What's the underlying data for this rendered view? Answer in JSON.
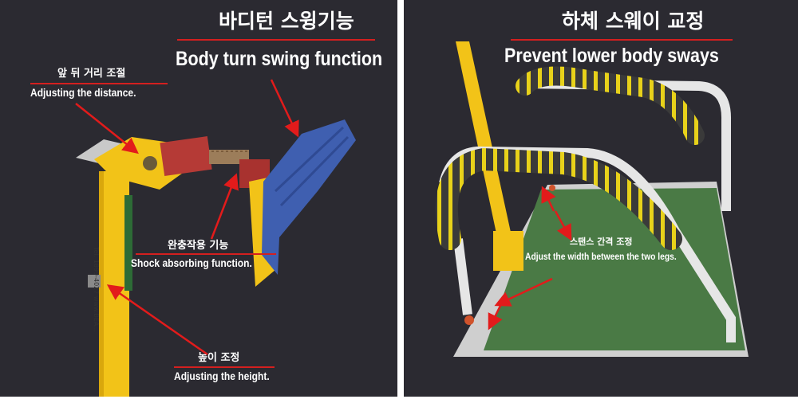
{
  "left": {
    "title_ko": "바디턴 스윙기능",
    "title_en": "Body turn swing function",
    "distance": {
      "ko": "앞 뒤 거리 조절",
      "en": "Adjusting the distance."
    },
    "shock": {
      "ko": "완충작용 기능",
      "en": "Shock absorbing function."
    },
    "height": {
      "ko": "높이 조정",
      "en": "Adjusting the height."
    },
    "pole_text": "Tel. 1899-4027  www.BEA..."
  },
  "right": {
    "title_ko": "하체 스웨이 교정",
    "title_en": "Prevent lower body sways",
    "stance": {
      "ko": "스탠스 간격 조정",
      "en": "Adjust the width between the two legs."
    }
  },
  "colors": {
    "background": "#2b2a31",
    "underline": "#d41f1f",
    "pole_yellow": "#f2c318",
    "paddle_blue": "#3f5fb0",
    "spring_red": "#b53a36",
    "turf_green": "#4a7a45"
  }
}
